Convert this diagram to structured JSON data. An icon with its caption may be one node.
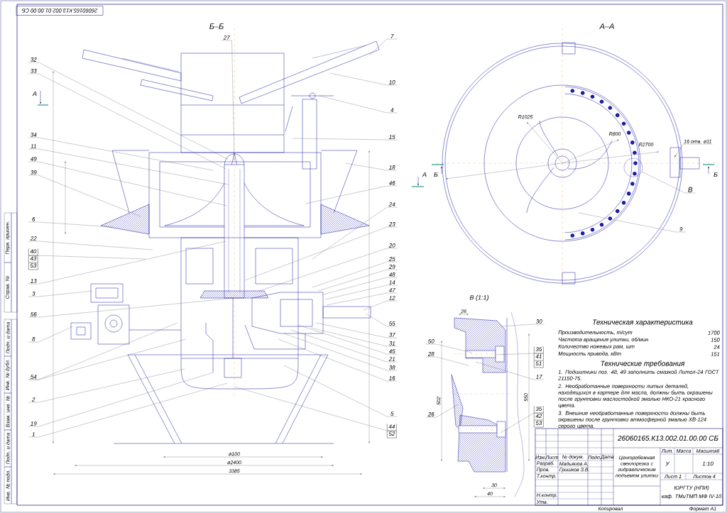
{
  "diagram": {
    "nodes": [
      {
        "text": [
          "32"
        ]
      },
      {
        "text": [
          "33"
        ]
      },
      {
        "text": [
          "34"
        ]
      },
      {
        "text": [
          "11"
        ]
      },
      {
        "text": [
          "49"
        ]
      },
      {
        "text": [
          "39"
        ]
      },
      {
        "text": [
          "6"
        ]
      },
      {
        "text": [
          "22"
        ]
      },
      {
        "text": [
          "40",
          "43",
          "53"
        ]
      },
      {
        "text": [
          "13"
        ]
      },
      {
        "text": [
          "3"
        ]
      },
      {
        "text": [
          "56"
        ]
      },
      {
        "text": [
          "8"
        ]
      },
      {
        "text": [
          "54"
        ]
      },
      {
        "text": [
          "2"
        ]
      },
      {
        "text": [
          "19"
        ]
      },
      {
        "text": [
          "1"
        ]
      },
      {
        "text": [
          "27"
        ]
      },
      {
        "text": [
          "7"
        ]
      },
      {
        "text": [
          "10"
        ]
      },
      {
        "text": [
          "4"
        ]
      },
      {
        "text": [
          "15"
        ]
      },
      {
        "text": [
          "18"
        ]
      },
      {
        "text": [
          "46"
        ]
      },
      {
        "text": [
          "24"
        ]
      },
      {
        "text": [
          "23"
        ]
      },
      {
        "text": [
          "20"
        ]
      },
      {
        "text": [
          "25"
        ]
      },
      {
        "text": [
          "29"
        ]
      },
      {
        "text": [
          "48"
        ]
      },
      {
        "text": [
          "14"
        ]
      },
      {
        "text": [
          "47"
        ]
      },
      {
        "text": [
          "12"
        ]
      },
      {
        "text": [
          "55"
        ]
      },
      {
        "text": [
          "37"
        ]
      },
      {
        "text": [
          "31"
        ]
      },
      {
        "text": [
          "45"
        ]
      },
      {
        "text": [
          "21"
        ]
      },
      {
        "text": [
          "38"
        ]
      },
      {
        "text": [
          "16"
        ]
      },
      {
        "text": [
          "5"
        ]
      },
      {
        "text": [
          "44",
          "52"
        ]
      },
      {
        "text": [
          "В"
        ]
      },
      {
        "text": [],
        "shape": "circle"
      },
      {
        "text": [
          "9"
        ]
      },
      {
        "text": [
          "50"
        ]
      },
      {
        "text": [
          "28"
        ]
      },
      {
        "text": [
          "26"
        ]
      },
      {
        "text": [
          "30"
        ]
      },
      {
        "text": [
          "35",
          "41",
          "51"
        ]
      },
      {
        "text": [
          "17"
        ]
      },
      {
        "text": [
          "35",
          "42",
          "53"
        ]
      },
      {
        "text": [
          "16 отв. ø11"
        ]
      }
    ],
    "edges": [
      {
        "from": 0,
        "to": null,
        "arrow": "none"
      },
      {
        "from": 1,
        "to": null,
        "arrow": "none"
      },
      {
        "from": 2,
        "to": null,
        "arrow": "none"
      },
      {
        "from": 3,
        "to": null,
        "arrow": "none"
      },
      {
        "from": 4,
        "to": null,
        "arrow": "none"
      },
      {
        "from": 5,
        "to": null,
        "arrow": "none"
      },
      {
        "from": 6,
        "to": null,
        "arrow": "none"
      },
      {
        "from": 7,
        "to": null,
        "arrow": "none"
      },
      {
        "from": 8,
        "to": null,
        "arrow": "none"
      },
      {
        "from": 9,
        "to": null,
        "arrow": "none"
      },
      {
        "from": 10,
        "to": null,
        "arrow": "none"
      },
      {
        "from": 11,
        "to": null,
        "arrow": "none"
      },
      {
        "from": 12,
        "to": null,
        "arrow": "none"
      },
      {
        "from": 13,
        "to": null,
        "arrow": "none"
      },
      {
        "from": 13,
        "to": null,
        "arrow": "none"
      },
      {
        "from": 14,
        "to": null,
        "arrow": "none"
      },
      {
        "from": 15,
        "to": null,
        "arrow": "none"
      },
      {
        "from": 16,
        "to": null,
        "arrow": "none"
      },
      {
        "from": 17,
        "to": null,
        "arrow": "none"
      },
      {
        "from": 18,
        "to": null,
        "arrow": "none"
      },
      {
        "from": 19,
        "to": null,
        "arrow": "none"
      },
      {
        "from": 20,
        "to": null,
        "arrow": "none"
      },
      {
        "from": 21,
        "to": null,
        "arrow": "none"
      },
      {
        "from": 22,
        "to": null,
        "arrow": "none"
      },
      {
        "from": 23,
        "to": null,
        "arrow": "none"
      },
      {
        "from": 24,
        "to": null,
        "arrow": "none"
      },
      {
        "from": 25,
        "to": null,
        "arrow": "none"
      },
      {
        "from": 26,
        "to": null,
        "arrow": "none"
      },
      {
        "from": 27,
        "to": null,
        "arrow": "none"
      },
      {
        "from": 28,
        "to": null,
        "arrow": "none"
      },
      {
        "from": 29,
        "to": null,
        "arrow": "none"
      },
      {
        "from": 30,
        "to": null,
        "arrow": "none"
      },
      {
        "from": 31,
        "to": null,
        "arrow": "none"
      },
      {
        "from": 32,
        "to": null,
        "arrow": "none"
      },
      {
        "from": 33,
        "to": null,
        "arrow": "none"
      },
      {
        "from": 34,
        "to": null,
        "arrow": "none"
      },
      {
        "from": 35,
        "to": null,
        "arrow": "none"
      },
      {
        "from": 36,
        "to": null,
        "arrow": "none"
      },
      {
        "from": 37,
        "to": null,
        "arrow": "none"
      },
      {
        "from": 38,
        "to": null,
        "arrow": "none"
      },
      {
        "from": 39,
        "to": null,
        "arrow": "none"
      },
      {
        "from": 40,
        "to": null,
        "arrow": "none"
      },
      {
        "from": 41,
        "to": null,
        "arrow": "none"
      },
      {
        "from": 42,
        "to": 43,
        "arrow": "none"
      },
      {
        "from": 44,
        "to": null,
        "arrow": "none"
      },
      {
        "from": 45,
        "to": null,
        "arrow": "none"
      },
      {
        "from": 46,
        "to": null,
        "arrow": "none"
      },
      {
        "from": 47,
        "to": null,
        "arrow": "none"
      },
      {
        "from": 48,
        "to": null,
        "arrow": "none"
      },
      {
        "from": 49,
        "to": null,
        "arrow": "none"
      },
      {
        "from": 50,
        "to": null,
        "arrow": "none"
      },
      {
        "from": 51,
        "to": null,
        "arrow": "none"
      },
      {
        "from": 52,
        "to": null,
        "arrow": "to"
      }
    ],
    "labels": [
      "26060165.К13.002.01.00.00 СБ",
      "Б–Б",
      "А–А",
      "А",
      "А",
      "Б",
      "Б",
      "В (1:1)",
      "Техническая характеристика",
      "Производительность, т/сут",
      "1700",
      "Частота вращения улитки, об/мин",
      "150",
      "Количество ножевых рам, шт",
      "24",
      "Мощность привода, кВт",
      "151",
      "Технические требования",
      "1. Подшипники поз. 48, 49 заполнить смазкой Литол-24 ГОСТ 21150-75.",
      "2. Необработанные поверхности литых деталей, находящихся в картере для масла, должны быть окрашены после грунтовки маслостойкой эмалью НКО-21 красного цвета.",
      "3. Внешние необработанные поверхности должны быть окрашены после грунтовки атмосферной эмалью ХВ-124 серого цвета.",
      "26060165.К13.002.01.00.00 СБ",
      "Центробежная свеклорезка с гидравлическим подъемом улитки",
      "Изм.",
      "Лист",
      "№ докум.",
      "Подп.",
      "Дата",
      "Разраб.",
      "Мадьянов А.",
      "Пров.",
      "Гришков З.В.",
      "Т.контр.",
      "Н.контр.",
      "Утв.",
      "Лит.",
      "Масса",
      "Масштаб",
      "У",
      "1:10",
      "Лист 1",
      "Листов 4",
      "ЮРГТУ (НПИ)",
      "каф. ТМиТМП МФ IV-10",
      "Копировал",
      "Формат А1",
      "Перв. примен.",
      "Справ. №",
      "Подп. и дата",
      "Инв. № дубл.",
      "Взам. инв. №",
      "Подп. и дата",
      "Инв. № подл.",
      "ø100",
      "ø2400",
      "3385",
      "R1025",
      "R800",
      "R2700",
      "26",
      "30",
      "40",
      "502",
      "550"
    ]
  }
}
